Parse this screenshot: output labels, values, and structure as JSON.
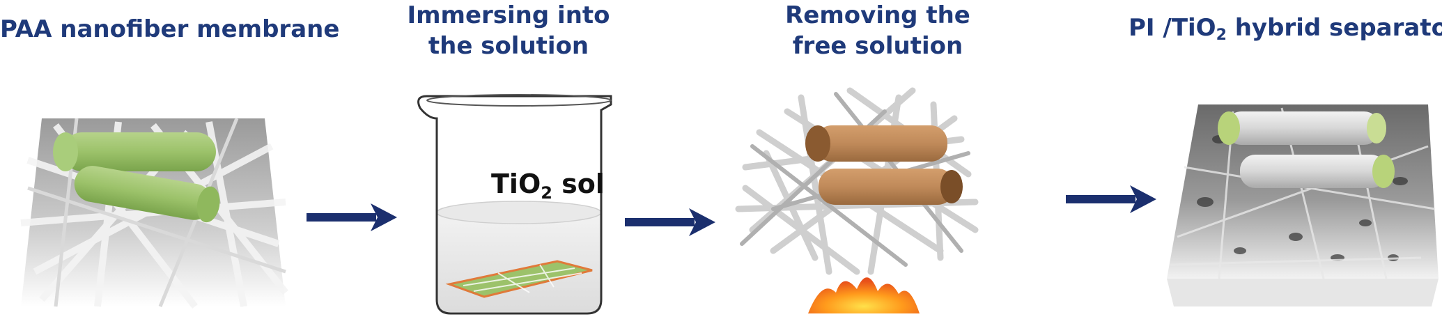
{
  "steps": [
    {
      "title_lines": [
        "PAA nanofiber membrane"
      ]
    },
    {
      "title_lines": [
        "Immersing into",
        "the solution"
      ]
    },
    {
      "title_lines": [
        "Removing the",
        "free solution"
      ]
    },
    {
      "title_parts": [
        "PI /TiO",
        "2",
        " hybrid separator"
      ]
    }
  ],
  "beaker": {
    "label_parts": [
      "TiO",
      "2",
      " sol"
    ]
  },
  "colors": {
    "title": "#1f3a7a",
    "arrow": "#1b2f6e",
    "green_fiber": "#9cc26a",
    "brown_fiber": "#c08a5a",
    "fiber_gray": "#cfcfcf",
    "flame": "#ff8a1c"
  },
  "icons": [
    "right-arrow-icon",
    "right-arrow-icon",
    "right-arrow-icon",
    "flame-icon"
  ]
}
